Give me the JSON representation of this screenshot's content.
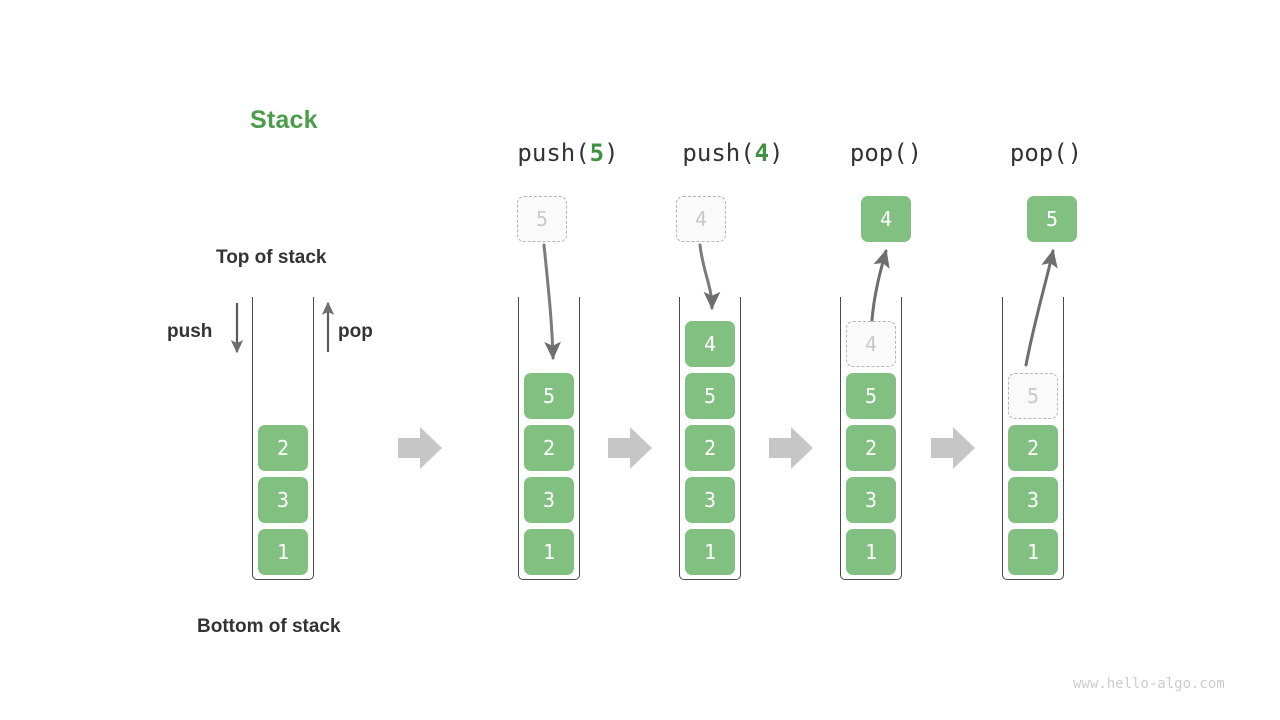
{
  "title": {
    "text": "Stack",
    "color": "#4a9d4a"
  },
  "labels": {
    "top_of_stack": "Top of stack",
    "bottom_of_stack": "Bottom of stack",
    "push": "push",
    "pop": "pop"
  },
  "watermark": "www.hello-algo.com",
  "colors": {
    "element_fill": "#81c081",
    "element_text": "#ffffff",
    "ghost_fill": "#fafafa",
    "ghost_border": "#b5b5b5",
    "ghost_text": "#c9c9c9",
    "container_border": "#4a4a4a",
    "arrow_gray": "#6e6e6e",
    "block_arrow": "#c6c6c6",
    "accent_green": "#3f9142",
    "label_dark": "#333333"
  },
  "stages": [
    {
      "id": "initial",
      "caption": null,
      "caption_prefix": null,
      "caption_arg": null,
      "caption_suffix": null,
      "floating": null,
      "cells": [
        {
          "value": "2",
          "state": "solid"
        },
        {
          "value": "3",
          "state": "solid"
        },
        {
          "value": "1",
          "state": "solid"
        }
      ]
    },
    {
      "id": "push-5",
      "caption_prefix": "push(",
      "caption_arg": "5",
      "caption_suffix": ")",
      "floating": {
        "value": "5",
        "state": "ghost"
      },
      "cells": [
        {
          "value": "5",
          "state": "solid"
        },
        {
          "value": "2",
          "state": "solid"
        },
        {
          "value": "3",
          "state": "solid"
        },
        {
          "value": "1",
          "state": "solid"
        }
      ]
    },
    {
      "id": "push-4",
      "caption_prefix": "push(",
      "caption_arg": "4",
      "caption_suffix": ")",
      "floating": {
        "value": "4",
        "state": "ghost"
      },
      "cells": [
        {
          "value": "4",
          "state": "solid"
        },
        {
          "value": "5",
          "state": "solid"
        },
        {
          "value": "2",
          "state": "solid"
        },
        {
          "value": "3",
          "state": "solid"
        },
        {
          "value": "1",
          "state": "solid"
        }
      ]
    },
    {
      "id": "pop-1",
      "caption_prefix": "pop(",
      "caption_arg": "",
      "caption_suffix": ")",
      "floating": {
        "value": "4",
        "state": "solid"
      },
      "cells": [
        {
          "value": "4",
          "state": "ghost"
        },
        {
          "value": "5",
          "state": "solid"
        },
        {
          "value": "2",
          "state": "solid"
        },
        {
          "value": "3",
          "state": "solid"
        },
        {
          "value": "1",
          "state": "solid"
        }
      ]
    },
    {
      "id": "pop-2",
      "caption_prefix": "pop(",
      "caption_arg": "",
      "caption_suffix": ")",
      "floating": {
        "value": "5",
        "state": "solid"
      },
      "cells": [
        {
          "value": "",
          "state": "empty"
        },
        {
          "value": "5",
          "state": "ghost"
        },
        {
          "value": "2",
          "state": "solid"
        },
        {
          "value": "3",
          "state": "solid"
        },
        {
          "value": "1",
          "state": "solid"
        }
      ]
    }
  ]
}
